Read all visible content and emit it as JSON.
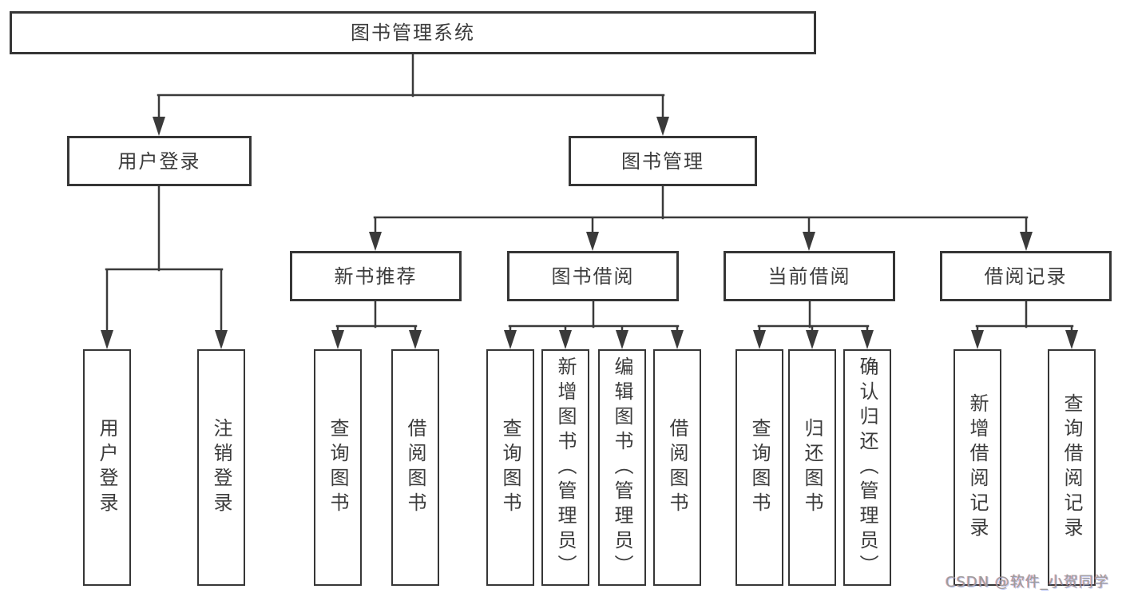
{
  "title": {
    "label": "图书管理系统"
  },
  "branches": [
    {
      "label": "用户登录"
    },
    {
      "label": "图书管理"
    }
  ],
  "modules": [
    {
      "label": "新书推荐"
    },
    {
      "label": "图书借阅"
    },
    {
      "label": "当前借阅"
    },
    {
      "label": "借阅记录"
    }
  ],
  "functions": [
    {
      "label": "用户登录",
      "parent": "用户登录"
    },
    {
      "label": "注销登录",
      "parent": "用户登录"
    },
    {
      "label": "查询图书",
      "parent": "新书推荐"
    },
    {
      "label": "借阅图书",
      "parent": "新书推荐"
    },
    {
      "label": "查询图书",
      "parent": "图书借阅"
    },
    {
      "label": "新增图书（管理员）",
      "parent": "图书借阅"
    },
    {
      "label": "编辑图书（管理员）",
      "parent": "图书借阅"
    },
    {
      "label": "借阅图书",
      "parent": "图书借阅"
    },
    {
      "label": "查询图书",
      "parent": "当前借阅"
    },
    {
      "label": "归还图书",
      "parent": "当前借阅"
    },
    {
      "label": "确认归还（管理员）",
      "parent": "当前借阅"
    },
    {
      "label": "新增借阅记录",
      "parent": "借阅记录"
    },
    {
      "label": "查询借阅记录",
      "parent": "借阅记录"
    }
  ],
  "watermark": {
    "text": "CSDN @软件_小贺同学"
  },
  "colors": {
    "line": "#3a3a3a",
    "border": "#363636",
    "text": "#3c3c3c",
    "bg": "#ffffff",
    "watermark": "#9d9d9d"
  }
}
